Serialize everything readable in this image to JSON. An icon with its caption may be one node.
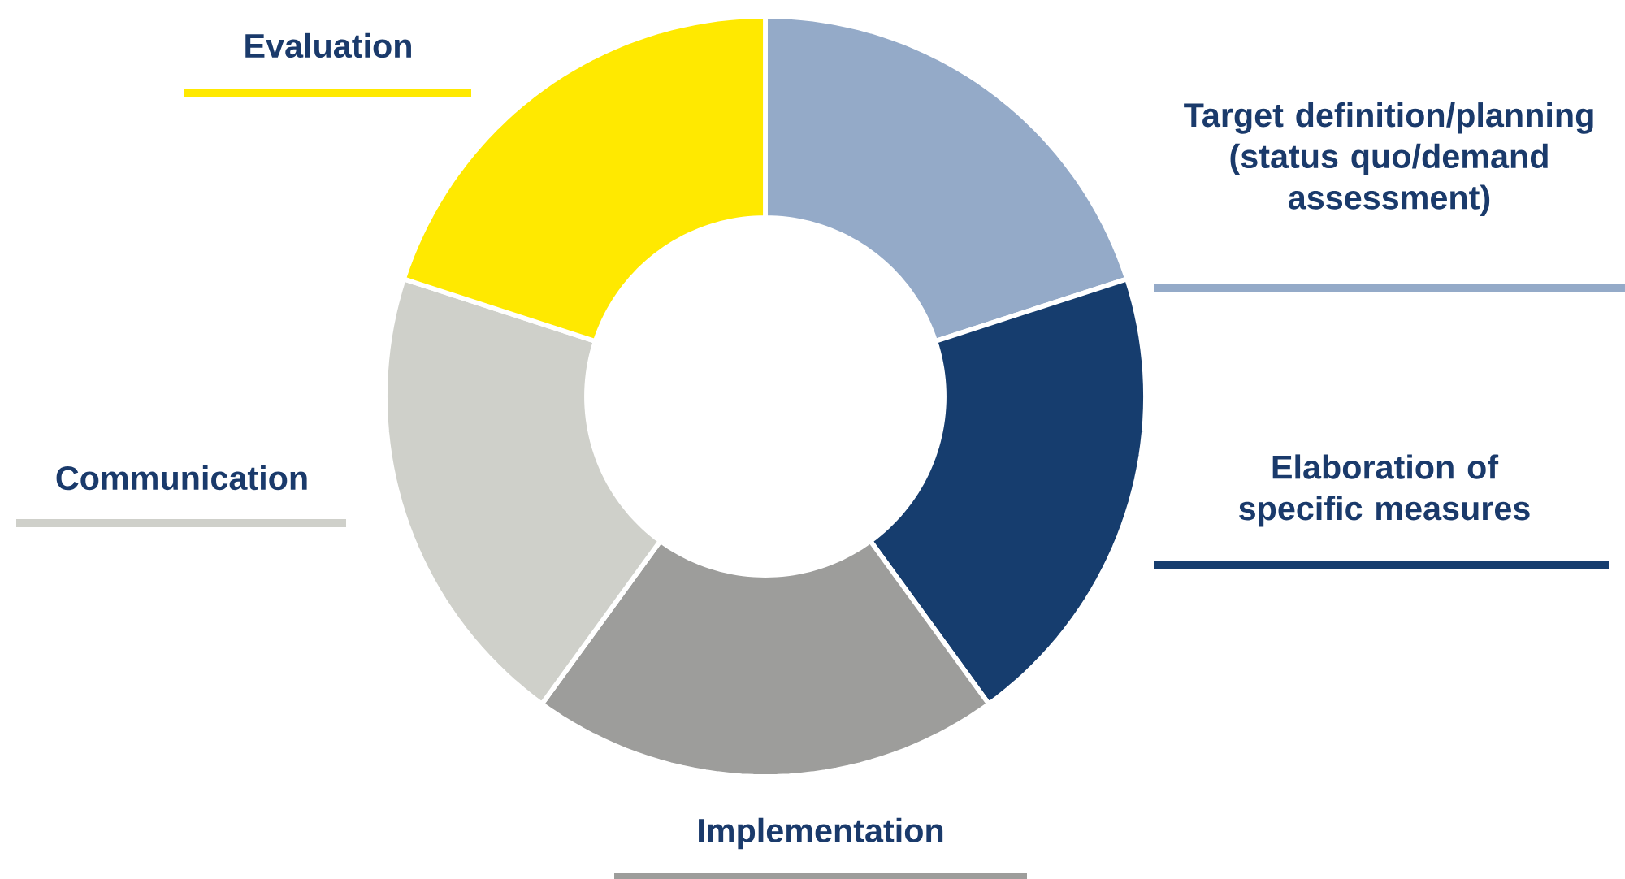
{
  "diagram": {
    "legend": [
      {
        "text": "Target definition/planning (status quo/demand assessment)",
        "color": "#94aac8"
      },
      {
        "text": "Elaboration of specific measures",
        "color": "#163d6e"
      },
      {
        "text": "Implementation",
        "color": "#9d9d9b"
      },
      {
        "text": "Communication",
        "color": "#cfd0ca"
      },
      {
        "text": "Evaluation",
        "color": "#ffe900"
      }
    ]
  }
}
